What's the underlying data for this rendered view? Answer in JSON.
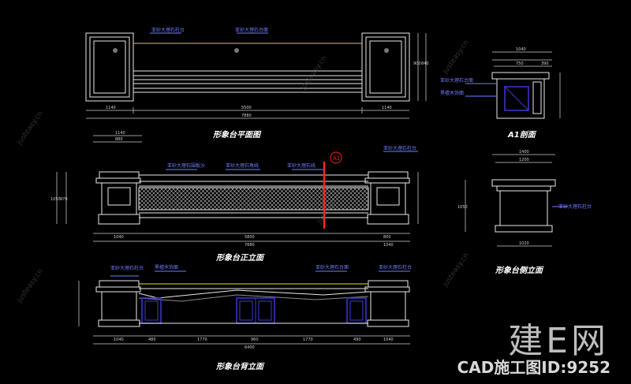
{
  "titles": {
    "plan": "形象台平面图",
    "front": "形象台正立面",
    "back": "形象台背立面",
    "section": "A1剖面",
    "side": "形象台侧立面"
  },
  "section_marker": "A1",
  "labels": {
    "plan_left": "亚砂大理石柱台",
    "plan_right": "亚砂大理石台面",
    "front_1": "亚砂大理石围板沙",
    "front_2": "亚砂大理石角线",
    "front_3": "亚砂大理石线",
    "front_4": "亚砂大理石柱台",
    "back_1": "亚砂大理石柱台",
    "back_2": "黑檀木饰面",
    "back_3": "亚砂大理石台面",
    "back_4": "亚砂大理石柱台",
    "sec_1": "亚砂大理石台面",
    "sec_2": "黑檀木饰面",
    "side_1": "亚砂大理石柱台"
  },
  "dims": {
    "plan_l": "1140",
    "plan_c": "5500",
    "plan_r": "1140",
    "plan_total": "7880",
    "plan_h": "900",
    "plan_h2": "840",
    "front_top1": "1140",
    "front_top2": "880",
    "front_l": "1040",
    "front_c": "5800",
    "front_r": "800",
    "front_total": "7880",
    "front_right": "1040",
    "front_h": "1050",
    "front_h2": "970",
    "back_l": "1040",
    "back_a": "480",
    "back_b": "1770",
    "back_c": "960",
    "back_d": "1770",
    "back_e": "490",
    "back_r": "1040",
    "back_total": "6400",
    "sec_w": "1040",
    "sec_a": "750",
    "sec_b": "390",
    "side_w": "1400",
    "side_w2": "1200",
    "side_b": "1020",
    "side_h": "1050"
  },
  "watermark": "justeasy.cn",
  "brand": "建E网",
  "brand_id": "CAD施工图ID:9252",
  "colors": {
    "line": "#e8e8e8",
    "label": "#6f7cff",
    "title": "#ffffff",
    "dim": "#cfcfcf",
    "accent": "#ff2020",
    "blue": "#3b39d6",
    "yellow": "#e8e020"
  }
}
